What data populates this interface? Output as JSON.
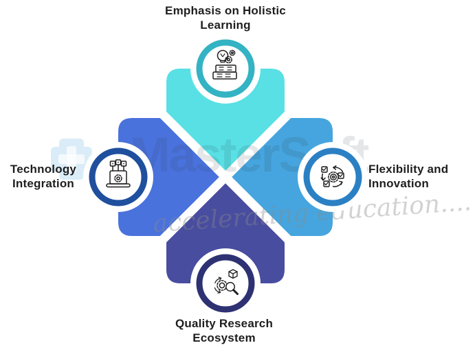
{
  "watermark": {
    "brand": "MasterSoft",
    "tagline": "accelerating education....",
    "brand_tint": "#2b3a4a",
    "logo_tint": "#a9d4ee"
  },
  "nodes": [
    {
      "id": "top",
      "label": "Emphasis on Holistic\nLearning",
      "arm_color": "#58E0E5",
      "ring_color": "#33B3C3",
      "icon": "bulb-gears-books-icon"
    },
    {
      "id": "right",
      "label": "Flexibility and\nInnovation",
      "arm_color": "#46A5DE",
      "ring_color": "#2B80C4",
      "icon": "cycle-checklist-icon"
    },
    {
      "id": "bottom",
      "label": "Quality Research\nEcosystem",
      "arm_color": "#484D9F",
      "ring_color": "#2E3273",
      "icon": "gear-magnifier-box-icon"
    },
    {
      "id": "left",
      "label": "Technology\nIntegration",
      "arm_color": "#4A72DD",
      "ring_color": "#1F4F9D",
      "icon": "laptop-gear-iot-icon"
    }
  ]
}
